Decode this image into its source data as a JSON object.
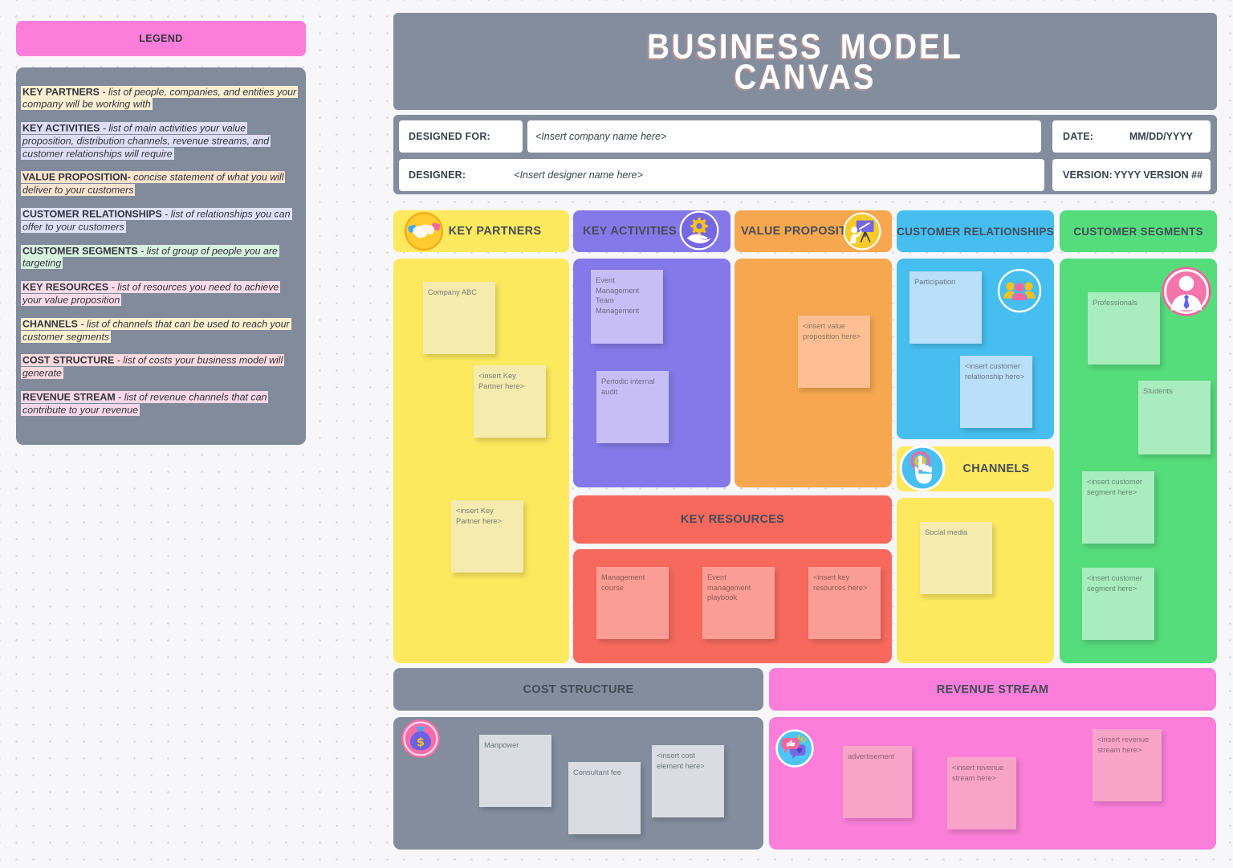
{
  "legend": {
    "title": "LEGEND",
    "items": [
      {
        "term": "KEY PARTNERS",
        "desc": "- list of people, companies, and entities your company will be working with",
        "highlight": "#faefd2"
      },
      {
        "term": "KEY ACTIVITIES",
        "desc": "- list of main activities your value proposition, distribution channels, revenue streams, and customer relationships will require",
        "highlight": "#deddf6"
      },
      {
        "term": "VALUE PROPOSITION-",
        "desc": "concise statement of what you will deliver to your customers",
        "highlight": "#fbe3ce"
      },
      {
        "term": "CUSTOMER RELATIONSHIPS",
        "desc": "- list of relationships you can offer to your customers",
        "highlight": "#dee2f8"
      },
      {
        "term": "CUSTOMER SEGMENTS",
        "desc": "- list of group of people you are targeting",
        "highlight": "#d8f0df"
      },
      {
        "term": "KEY RESOURCES",
        "desc": "- list of resources you need to achieve your value proposition",
        "highlight": "#fbdce8"
      },
      {
        "term": "CHANNELS",
        "desc": "- list of channels that can be used to reach your customer segments",
        "highlight": "#faf0cf"
      },
      {
        "term": "COST STRUCTURE",
        "desc": "- list of costs your business model will generate",
        "highlight": "#fad9dd"
      },
      {
        "term": "REVENUE STREAM",
        "desc": "- list of revenue channels that can contribute to your revenue",
        "highlight": "#f8d7e9"
      }
    ]
  },
  "header": {
    "title_line1": "BUSINESS MODEL",
    "title_line2": "CANVAS"
  },
  "form": {
    "designed_for_label": "DESIGNED FOR:",
    "company_placeholder": "<Insert company name here>",
    "date_label": "DATE:",
    "date_value": "MM/DD/YYYY",
    "designer_label": "DESIGNER:",
    "designer_placeholder": "<Insert designer name here>",
    "version_label": "VERSION:",
    "version_value": "YYYY VERSION ##"
  },
  "sections": {
    "key_partners": {
      "title": "KEY PARTNERS",
      "icon": "handshake-icon",
      "notes": [
        "Company ABC",
        "<insert Key Partner here>",
        "<insert Key Partner here>"
      ]
    },
    "key_activities": {
      "title": "KEY ACTIVITIES",
      "icon": "gear-hand-icon",
      "notes": [
        "Event Management\nTeam Management",
        "Periodic internal audit"
      ]
    },
    "value_proposition": {
      "title": "VALUE PROPOSITION",
      "icon": "presentation-icon",
      "notes": [
        "<insert value proposition here>"
      ]
    },
    "customer_relationships": {
      "title": "CUSTOMER RELATIONSHIPS",
      "icon": "people-group-icon",
      "notes": [
        "Participation",
        "<insert customer relationship here>"
      ]
    },
    "channels": {
      "title": "CHANNELS",
      "icon": "click-hand-icon",
      "notes": [
        "Social media"
      ]
    },
    "customer_segments": {
      "title": "CUSTOMER SEGMENTS",
      "icon": "person-tie-icon",
      "notes": [
        "Professionals",
        "Students",
        "<insert customer segment here>",
        "<insert customer segment here>"
      ]
    },
    "key_resources": {
      "title": "KEY RESOURCES",
      "notes": [
        "Management course",
        "Event management playbook",
        "<insert key resources here>"
      ]
    },
    "cost_structure": {
      "title": "COST STRUCTURE",
      "icon": "money-bag-icon",
      "notes": [
        "Manpower",
        "Consultant fee",
        "<insert cost element here>"
      ]
    },
    "revenue_stream": {
      "title": "REVENUE STREAM",
      "icon": "chat-bubbles-icon",
      "notes": [
        "advertisement",
        "<insert revenue stream here>",
        "<insert revenue stream here>"
      ]
    }
  },
  "colors": {
    "page_background": "#f7f6f8",
    "gray_panel": "#838d9d",
    "legend_pink": "#fc7eda",
    "yellow": "#fde95e",
    "purple": "#8579e9",
    "orange": "#f6a74f",
    "blue": "#47bef0",
    "green": "#55dc7b",
    "red": "#f7695d",
    "revenue_pink": "#fb7eda",
    "note_yellow": "#f5ebae",
    "note_purple": "#c6bef5",
    "note_orange": "#fcbe92",
    "note_blue": "#badff8",
    "note_green": "#a9ecbe",
    "note_red": "#fa9d94",
    "note_gray": "#d9dde3",
    "note_pink": "#f8a4c8"
  },
  "icons": [
    "handshake-icon",
    "gear-hand-icon",
    "presentation-icon",
    "people-group-icon",
    "click-hand-icon",
    "person-tie-icon",
    "money-bag-icon",
    "chat-bubbles-icon"
  ]
}
